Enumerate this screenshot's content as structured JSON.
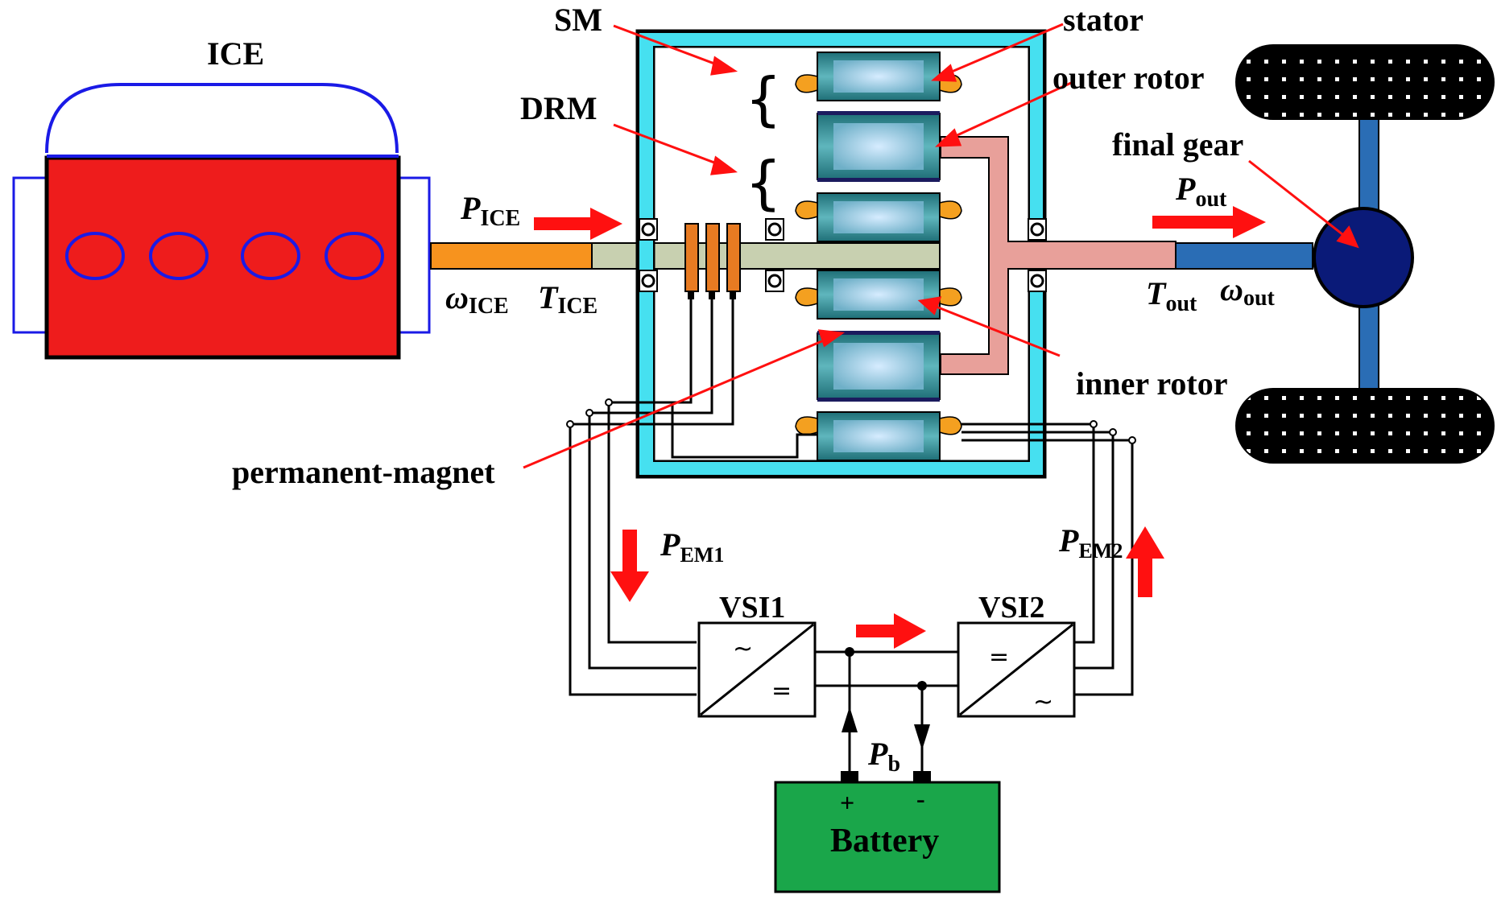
{
  "labels": {
    "ice": "ICE",
    "sm": "SM",
    "drm": "DRM",
    "stator": "stator",
    "outer_rotor": "outer rotor",
    "final_gear": "final gear",
    "inner_rotor": "inner rotor",
    "permanent_magnet": "permanent-magnet",
    "vsi1": "VSI1",
    "vsi2": "VSI2",
    "battery": "Battery",
    "plus": "+",
    "minus": "-"
  },
  "symbols": {
    "p_ice": {
      "main": "P",
      "sub": "ICE"
    },
    "omega_ice": {
      "main": "ω",
      "sub": "ICE"
    },
    "t_ice": {
      "main": "T",
      "sub": "ICE"
    },
    "p_out": {
      "main": "P",
      "sub": "out"
    },
    "t_out": {
      "main": "T",
      "sub": "out"
    },
    "omega_out": {
      "main": "ω",
      "sub": "out"
    },
    "p_em1": {
      "main": "P",
      "sub": "EM1"
    },
    "p_em2": {
      "main": "P",
      "sub": "EM2"
    },
    "p_b": {
      "main": "P",
      "sub": "b"
    }
  },
  "converter_marks": {
    "ac": "~",
    "dc": "="
  },
  "colors": {
    "engine_body": "#ee1c1c",
    "engine_outline": "#1a1ae6",
    "input_shaft": "#f7931e",
    "inner_shaft": "#c8d0b0",
    "output_shaft_pink": "#e8a09a",
    "output_shaft_blue": "#2a6db5",
    "housing": "#46e0f0",
    "machine_module": "#2a8c94",
    "brushes": "#e87b22",
    "end_winding": "#f4a020",
    "flow_arrow": "#ff1010",
    "final_gear": "#0a1a78",
    "tire": "#000000",
    "battery": "#1aa64a"
  }
}
